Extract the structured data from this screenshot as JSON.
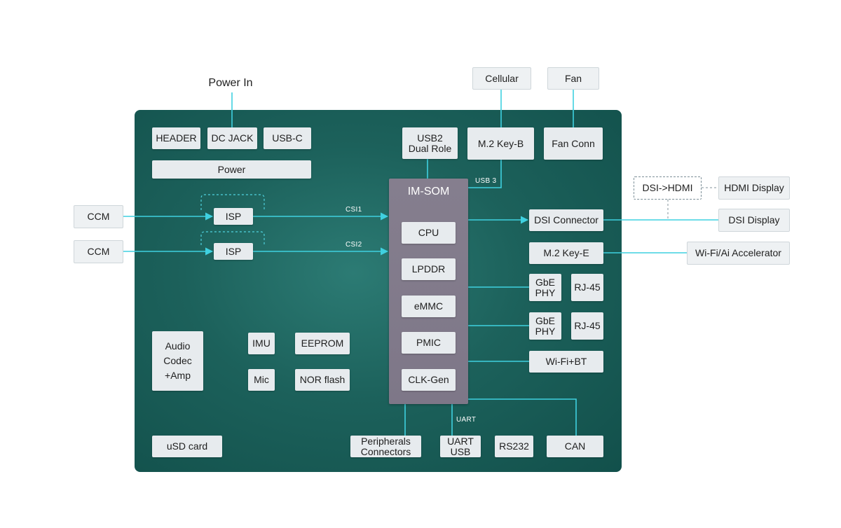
{
  "colors": {
    "board": "#1c615b",
    "line": "#3fd1e0",
    "som": "#857e8e"
  },
  "power_in": "Power In",
  "board_blocks": {
    "header": "HEADER",
    "dc_jack": "DC JACK",
    "usb_c": "USB-C",
    "power": "Power",
    "usb2": "USB2\nDual Role",
    "m2_key_b": "M.2 Key-B",
    "fan_conn": "Fan Conn",
    "isp1": "ISP",
    "isp2": "ISP",
    "dsi_connector": "DSI Connector",
    "m2_key_e": "M.2 Key-E",
    "gbe_phy1": "GbE\nPHY",
    "rj45_1": "RJ-45",
    "gbe_phy2": "GbE\nPHY",
    "rj45_2": "RJ-45",
    "wifi_bt": "Wi-Fi+BT",
    "audio": "Audio\nCodec\n+Amp",
    "imu": "IMU",
    "eeprom": "EEPROM",
    "mic": "Mic",
    "nor_flash": "NOR flash",
    "usd_card": "uSD card",
    "peripherals": "Peripherals\nConnectors",
    "uart_usb": "UART\nUSB",
    "rs232": "RS232",
    "can": "CAN"
  },
  "som": {
    "title": "IM-SOM",
    "cpu": "CPU",
    "lpddr": "LPDDR",
    "emmc": "eMMC",
    "pmic": "PMIC",
    "clk_gen": "CLK-Gen"
  },
  "external": {
    "cellular": "Cellular",
    "fan": "Fan",
    "ccm1": "CCM",
    "ccm2": "CCM",
    "dsi_hdmi": "DSI->HDMI",
    "hdmi_display": "HDMI Display",
    "dsi_display": "DSI Display",
    "wifi_ai": "Wi-Fi/Ai Accelerator"
  },
  "link_labels": {
    "csi1": "CSI1",
    "csi2": "CSI2",
    "usb3": "USB 3",
    "uart": "UART"
  }
}
